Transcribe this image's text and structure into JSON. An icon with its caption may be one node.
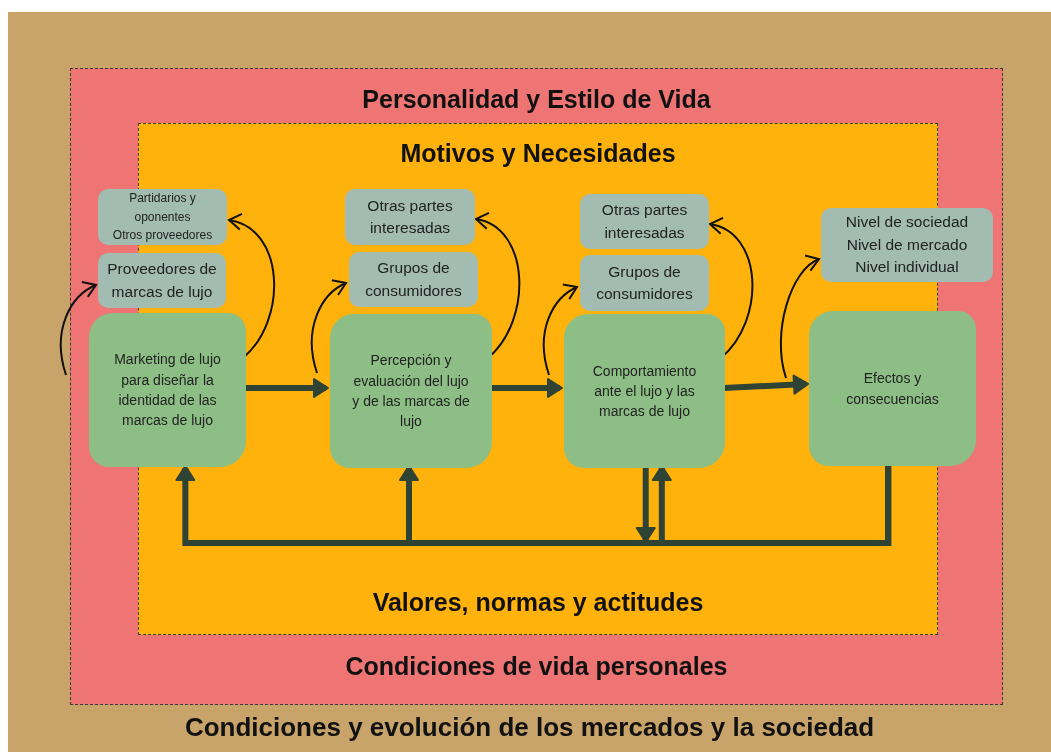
{
  "diagram": {
    "nodes": [
      {
        "text": [
          "Condiciones y evolución de los mercados y la sociedad"
        ]
      },
      {
        "text": [
          "Personalidad y Estilo de Vida",
          "Condiciones de vida personales"
        ],
        "in": 0
      },
      {
        "text": [
          "Motivos y Necesidades",
          "Valores, normas y actitudes"
        ],
        "in": 1
      },
      {
        "text": [
          "Partidarios y oponentes",
          "Otros proveedores"
        ],
        "in": 1
      },
      {
        "text": [
          "Proveedores de marcas de lujo"
        ],
        "in": 1
      },
      {
        "text": [
          "Marketing de lujo para diseñar la identidad de las marcas de lujo"
        ],
        "in": 1
      },
      {
        "text": [
          "Otras partes interesadas"
        ],
        "in": 2
      },
      {
        "text": [
          "Grupos de consumidores"
        ],
        "in": 2
      },
      {
        "text": [
          "Percepción y evaluación del lujo y de las marcas de lujo"
        ],
        "in": 2
      },
      {
        "text": [
          "Otras partes interesadas"
        ],
        "in": 2
      },
      {
        "text": [
          "Grupos de consumidores"
        ],
        "in": 2
      },
      {
        "text": [
          "Comportamiento ante el lujo y las marcas de lujo"
        ],
        "in": 2
      },
      {
        "text": [
          "Nivel de sociedad",
          "Nivel de mercado",
          "Nivel individual"
        ],
        "in": 1
      },
      {
        "text": [
          "Efectos y consecuencias"
        ],
        "in": 1
      }
    ],
    "edges": [
      {
        "from": 5,
        "to": 8,
        "arrow": "to",
        "style": "thick",
        "color": "#2f4335"
      },
      {
        "from": 8,
        "to": 11,
        "arrow": "to",
        "style": "thick",
        "color": "#2f4335"
      },
      {
        "from": 11,
        "to": 13,
        "arrow": "to",
        "style": "thick",
        "color": "#2f4335"
      },
      {
        "from": 5,
        "to": 3,
        "arrow": "to"
      },
      {
        "from": null,
        "to": 4,
        "arrow": "to"
      },
      {
        "from": 8,
        "to": 6,
        "arrow": "to"
      },
      {
        "from": null,
        "to": 7,
        "arrow": "to"
      },
      {
        "from": 11,
        "to": 9,
        "arrow": "to"
      },
      {
        "from": null,
        "to": 10,
        "arrow": "to"
      },
      {
        "from": null,
        "to": 12,
        "arrow": "to"
      },
      {
        "from": 13,
        "to": 5,
        "arrow": "to",
        "style": "thick",
        "color": "#2f4335"
      },
      {
        "from": 13,
        "to": 8,
        "arrow": "to",
        "style": "thick",
        "color": "#2f4335"
      },
      {
        "from": 13,
        "to": 11,
        "arrow": "to",
        "style": "thick",
        "color": "#2f4335"
      },
      {
        "from": 11,
        "to": null,
        "arrow": "to",
        "style": "thick",
        "color": "#2f4335"
      }
    ]
  }
}
